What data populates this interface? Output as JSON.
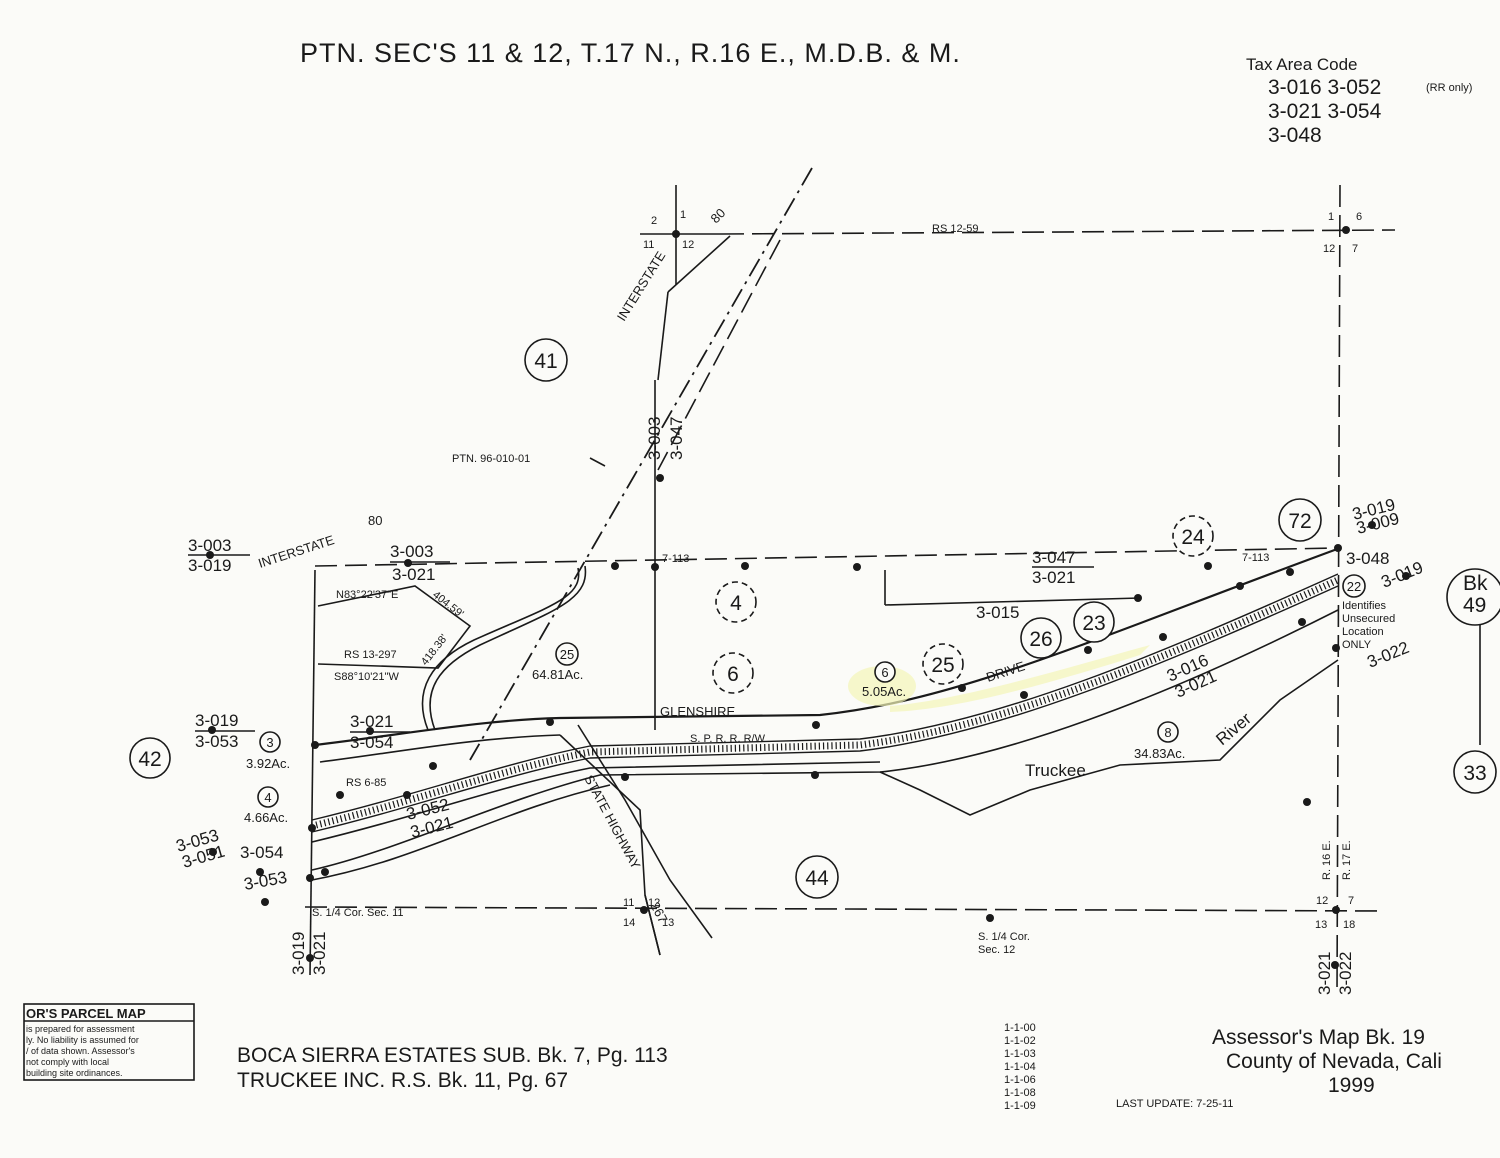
{
  "header": {
    "title": "PTN. SEC'S 11 & 12, T.17  N., R.16 E., M.D.B. & M."
  },
  "tax_area": {
    "heading": "Tax Area Code",
    "codes_line1": "3-016 3-052",
    "rr_note": "(RR only)",
    "codes_line2": "3-021 3-054",
    "codes_line3": "3-048"
  },
  "parcels": {
    "p41": "41",
    "p42": "42",
    "p44": "44",
    "p4": "4",
    "p6": "6",
    "p25": "25",
    "p26": "26",
    "p23": "23",
    "p24": "24",
    "p72": "72",
    "p22": "22",
    "p33": "33",
    "pBk": "Bk",
    "pBk2": "49",
    "sub25": "25",
    "sub25_acres": "64.81Ac.",
    "sub6": "6",
    "sub6_acres": "5.05Ac.",
    "sub3": "3",
    "sub3_acres": "3.92Ac.",
    "sub4": "4",
    "sub4_acres": "4.66Ac.",
    "sub8": "8",
    "sub8_acres": "34.83Ac."
  },
  "labels": {
    "interstate_top": "INTERSTATE",
    "interstate_top_num": "80",
    "interstate_left": "INTERSTATE",
    "interstate_left_num": "80",
    "state_highway": "STATE   HIGHWAY",
    "highway_num": "267",
    "glenshire": "GLENSHIRE",
    "drive": "DRIVE",
    "sprr": "S. P. R. R.  R/W",
    "truckee": "Truckee",
    "river": "River",
    "rs_12_59": "RS 12-59",
    "rs_13_297": "RS 13-297",
    "rs_6_85": "RS 6-85",
    "ptn_96": "PTN. 96-010-01",
    "bearing1": "N83°22'37\"E",
    "bearing2": "S88°10'21\"W",
    "dist1": "404.59'",
    "dist2": "418.38'",
    "s14_sec11": "S. 1/4 Cor. Sec. 11",
    "s14_sec12_a": "S. 1/4 Cor.",
    "s14_sec12_b": "Sec. 12",
    "r16e": "R. 16 E.",
    "r17e": "R. 17 E.",
    "m7_113a": "7-113",
    "m7_113b": "7-113",
    "unsecured1": "Identifies",
    "unsecured2": "Unsecured",
    "unsecured3": "Location",
    "unsecured4": "ONLY"
  },
  "section_corners": {
    "nw_top": [
      "2",
      "1",
      "11",
      "12"
    ],
    "ne_top": [
      "1",
      "6",
      "12",
      "7"
    ],
    "sw_bot": [
      "11",
      "12",
      "14",
      "13"
    ],
    "se_bot": [
      "12",
      "7",
      "13",
      "18"
    ]
  },
  "tax_codes_on_map": {
    "tl1": "3-003",
    "tl2": "3-019",
    "tc1": "3-003",
    "tc2": "3-021",
    "vc1": "3-003",
    "vc2": "3-047",
    "te1": "3-047",
    "te2": "3-021",
    "t015": "3-015",
    "r1": "3-019",
    "r2": "3-009",
    "r048": "3-048",
    "r019b": "3-019",
    "r022": "3-022",
    "m1": "3-016",
    "m2": "3-021",
    "l1": "3-019",
    "l2": "3-053",
    "l3": "3-021",
    "l4": "3-054",
    "l5": "3-052",
    "l6": "3-021",
    "ll1": "3-053",
    "ll2": "3-051",
    "ll3": "3-054",
    "ll4": "3-053",
    "b1": "3-019",
    "b2": "3-021",
    "b3": "3-021",
    "b4": "3-022"
  },
  "footer": {
    "parcel_map_title": "OR'S PARCEL MAP",
    "disclaimer": [
      "is prepared for assessment",
      "ly. No liability is assumed for",
      "/ of data shown. Assessor's",
      " not comply with local",
      "building site ordinances."
    ],
    "ref1": "BOCA SIERRA ESTATES SUB. Bk. 7, Pg. 113",
    "ref2": "TRUCKEE INC. R.S. Bk. 11, Pg. 67",
    "codes": [
      "1-1-00",
      "1-1-02",
      "1-1-03",
      "1-1-04",
      "1-1-06",
      "1-1-08",
      "1-1-09"
    ],
    "last_update": "LAST UPDATE: 7-25-11",
    "assessor_line1": "Assessor's Map Bk. 19",
    "assessor_line2": "County of Nevada, Cali",
    "assessor_line3": "1999"
  }
}
